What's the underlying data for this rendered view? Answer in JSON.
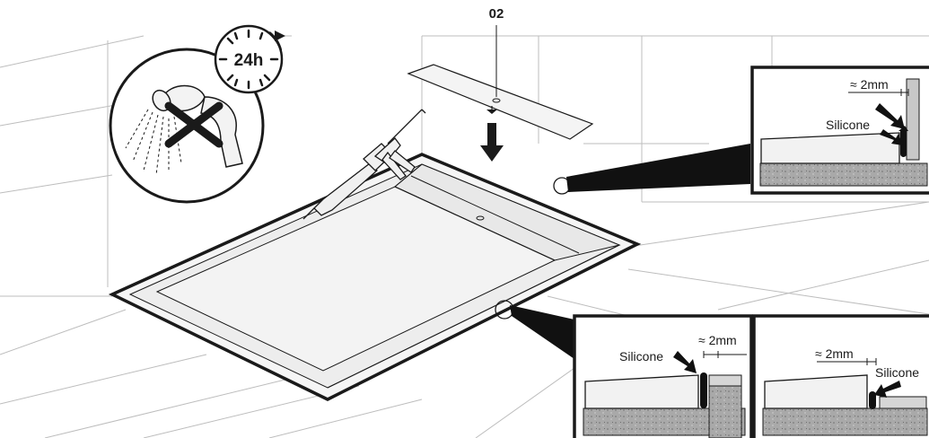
{
  "step_number": "02",
  "timer_label": "24h",
  "detail_top": {
    "gap_label": "≈ 2mm",
    "sealant_label": "Silicone"
  },
  "detail_bottom_left": {
    "gap_label": "≈ 2mm",
    "sealant_label": "Silicone"
  },
  "detail_bottom_right": {
    "gap_label": "≈ 2mm",
    "sealant_label": "Silicone"
  },
  "colors": {
    "line": "#1a1a1a",
    "tile": "#bdbdbd",
    "tray_fill": "#f2f2f2",
    "screed": "#9a9a9a"
  },
  "icons": [
    "clock-icon",
    "no-shower-icon",
    "silicone-gun-icon",
    "down-arrow-icon"
  ]
}
